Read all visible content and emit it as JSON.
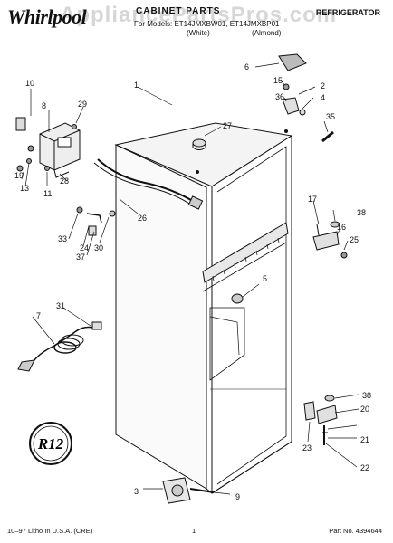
{
  "header": {
    "brand": "Whirlpool",
    "title": "CABINET PARTS",
    "category": "REFRIGERATOR",
    "models_label": "For Models: ET14JMXBW01, ET14JMXBP01",
    "color_1": "(White)",
    "color_2": "(Almond)",
    "watermark": "AppliancePartsPros.com"
  },
  "badge": "R12",
  "footer": {
    "left": "10–97 Litho In U.S.A. (CRE)",
    "center": "1",
    "right": "Part No. 4394644"
  },
  "callouts": [
    "1",
    "2",
    "3",
    "4",
    "5",
    "6",
    "7",
    "8",
    "9",
    "10",
    "11",
    "13",
    "15",
    "16",
    "17",
    "19",
    "20",
    "21",
    "22",
    "23",
    "24",
    "25",
    "26",
    "27",
    "28",
    "29",
    "30",
    "31",
    "33",
    "35",
    "36",
    "37",
    "38",
    "38"
  ]
}
